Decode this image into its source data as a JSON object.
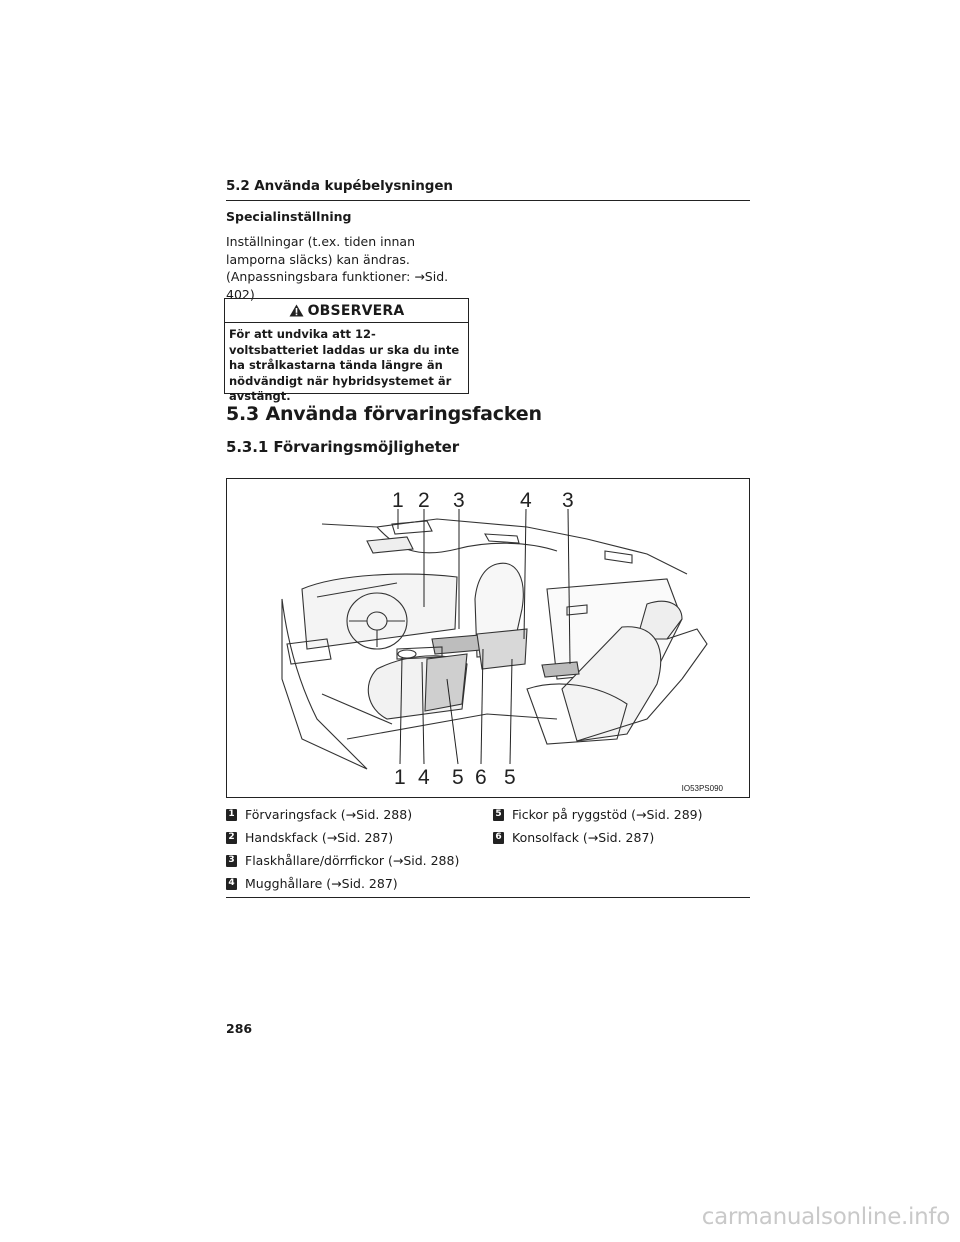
{
  "section_header": "5.2 Använda kupébelysningen",
  "special": {
    "heading": "Specialinställning",
    "body": "Inställningar (t.ex. tiden innan lamporna släcks) kan ändras. (Anpassningsbara funktioner: →Sid. 402)"
  },
  "notice": {
    "title": "OBSERVERA",
    "icon": "warning-triangle-icon",
    "body": "För att undvika att 12-voltsbatteriet laddas ur ska du inte ha strålkastarna tända längre än nödvändigt när hybridsystemet är avstängt."
  },
  "heading_53": "5.3 Använda förvaringsfacken",
  "heading_531": "5.3.1 Förvaringsmöjligheter",
  "figure": {
    "code": "IO53PS090",
    "callouts_top": [
      "1",
      "2",
      "3",
      "4",
      "3"
    ],
    "callouts_bottom": [
      "1",
      "4",
      "5",
      "6",
      "5"
    ]
  },
  "legend_left": [
    {
      "num": "1",
      "text": "Förvaringsfack (→Sid. 288)"
    },
    {
      "num": "2",
      "text": "Handskfack (→Sid. 287)"
    },
    {
      "num": "3",
      "text": "Flaskhållare/dörrfickor (→Sid. 288)"
    },
    {
      "num": "4",
      "text": "Mugghållare (→Sid. 287)"
    }
  ],
  "legend_right": [
    {
      "num": "5",
      "text": "Fickor på ryggstöd (→Sid. 289)"
    },
    {
      "num": "6",
      "text": "Konsolfack (→Sid. 287)"
    }
  ],
  "page_number": "286",
  "watermark": "carmanualsonline.info"
}
